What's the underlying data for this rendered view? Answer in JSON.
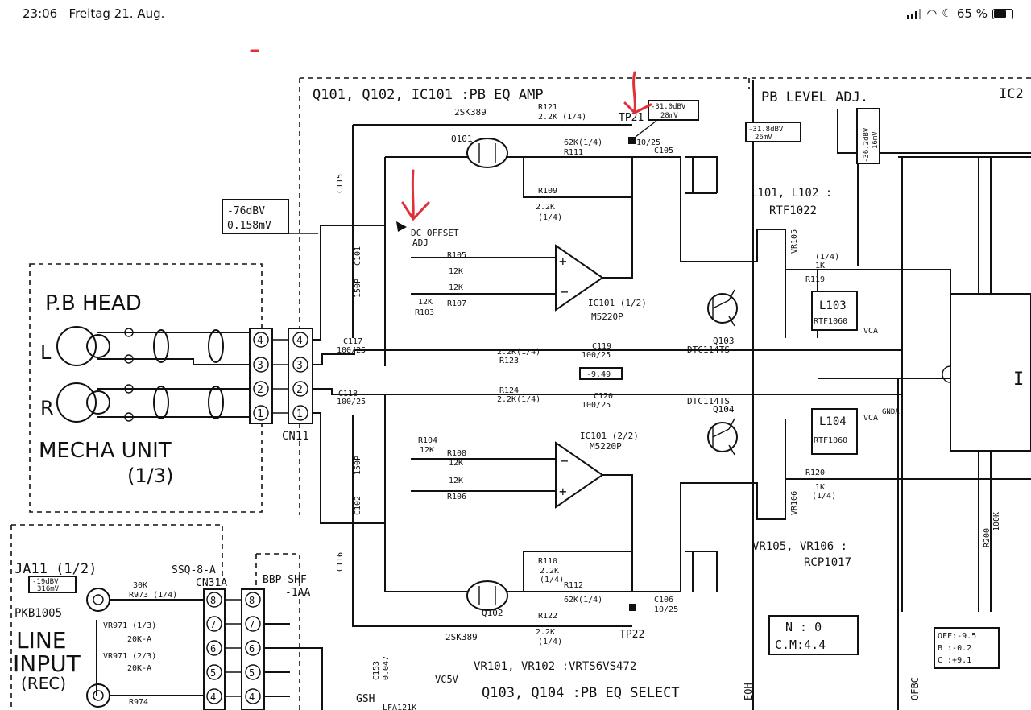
{
  "status_bar": {
    "time": "23:06",
    "date": "Freitag 21. Aug.",
    "battery": "65 %"
  },
  "titles": {
    "eq_amp": "Q101, Q102, IC101 :PB EQ AMP",
    "pb_level": "PB LEVEL ADJ.",
    "ic2": "IC2",
    "eq_select": "Q103, Q104 :PB EQ SELECT",
    "vr_parts": "VR101, VR102 :VRTS6VS472",
    "vr105": "VR105, VR106 :",
    "rcp": "RCP1017",
    "l101": "L101, L102 :",
    "rtf1022": "RTF1022"
  },
  "head": {
    "pb_head": "P.B HEAD",
    "left": "L",
    "right": "R",
    "mecha": "MECHA UNIT",
    "mecha_num": "(1/3)",
    "connector": "CN11"
  },
  "level_box": {
    "line1": "-76dBV",
    "line2": "0.158mV"
  },
  "labels": {
    "dc_offset": "DC OFFSET",
    "adj": "ADJ",
    "tp21": "TP21",
    "tp22": "TP22",
    "tp21_level": "-31.0dBV",
    "tp21_mv": "28mV",
    "pb_lvl": "-31.8dBV",
    "pb_mv": "26mV",
    "ic2_lvl": "-36.2dBV",
    "ic2_mv": "16mV",
    "q101": "Q101",
    "q102": "Q102",
    "q103": "Q103",
    "q104": "Q104",
    "sk389_top": "2SK389",
    "sk389_bot": "2SK389",
    "dtc_top": "DTC114TS",
    "dtc_bot": "DTC114TS",
    "ic101a": "IC101 (1/2)",
    "ic101b": "IC101 (2/2)",
    "m5220_a": "M5220P",
    "m5220_b": "M5220P",
    "r121": "R121",
    "r121_val": "2.2K (1/4)",
    "r111": "R111",
    "r111_val": "62K(1/4)",
    "r109": "R109",
    "r109_val": "2.2K",
    "r109_w": "(1/4)",
    "r105": "R105",
    "r105_val": "12K",
    "r107": "R107",
    "r107_val": "12K",
    "r103": "R103",
    "r103_val": "12K",
    "r123": "R123",
    "r123_val": "2.2K(1/4)",
    "r124": "R124",
    "r124_val": "2.2K(1/4)",
    "r104": "R104",
    "r104_val": "12K",
    "r108": "R108",
    "r108_val": "12K",
    "r106": "R106",
    "r106_val": "12K",
    "r110": "R110",
    "r110_val": "2.2K",
    "r110_w": "(1/4)",
    "r112": "R112",
    "r112_val": "62K(1/4)",
    "r122": "R122",
    "r122_val": "2.2K",
    "r122_w": "(1/4)",
    "r119": "R119",
    "r119_val": "1K",
    "r119_w": "(1/4)",
    "r120": "R120",
    "r120_val": "1K",
    "r120_w": "(1/4)",
    "c105": "C105",
    "c106": "C106",
    "c117": "C117",
    "c117_val": "100/25",
    "c118": "C118",
    "c118_val": "100/25",
    "c119": "C119",
    "c119_val": "100/25",
    "c120": "C120",
    "c120_val": "100/25",
    "c105_val": "10/25",
    "c106_val": "10/25",
    "c115": "C115",
    "c116": "C116",
    "c101": "C101",
    "c102": "C102",
    "c150p_a": "150P",
    "c150p_b": "150P",
    "l103": "L103",
    "l104": "L104",
    "rtf1060_a": "RTF1060",
    "rtf1060_b": "RTF1060",
    "vca_a": "VCA",
    "vca_b": "VCA",
    "gnda": "GNDA",
    "vr105_lbl": "VR105",
    "vr106_lbl": "VR106",
    "minus_949": "-9.49",
    "nc": "N : 0",
    "cm": "C.M:4.4",
    "off": "OFF:-9.5",
    "b": "B :-0.2",
    "c": "C :+9.1",
    "eqh": "EQH",
    "ofbc": "OFBC",
    "r200": "R200",
    "r200_val": "100K"
  },
  "bottom_left": {
    "ja11": "JA11 (1/2)",
    "pkb": "PKB1005",
    "line": "LINE",
    "input": "INPUT",
    "rec": "(REC)",
    "lvl1": "-19dBV",
    "lvl2": "316mV",
    "r973": "R973 (1/4)",
    "r973_val": "30K",
    "vr971a": "VR971 (1/3)",
    "vr971a_val": "20K-A",
    "vr971b": "VR971 (2/3)",
    "vr971b_val": "20K-A",
    "r974": "R974",
    "ssq": "SSQ-8-A",
    "cn31a": "CN31A",
    "bbp": "BBP-SHF",
    "aa": "-1AA",
    "vc5v": "VC5V",
    "gsh": "GSH",
    "lfa": "LFA121K",
    "c153": "C153",
    "c153_val": "0.047"
  },
  "pins": {
    "head": [
      "4",
      "3",
      "2",
      "1"
    ],
    "cn11": [
      "4",
      "3",
      "2",
      "1"
    ],
    "cn31a": [
      "8",
      "7",
      "6",
      "5",
      "4"
    ],
    "bbp": [
      "8",
      "7",
      "6",
      "5",
      "4"
    ]
  }
}
